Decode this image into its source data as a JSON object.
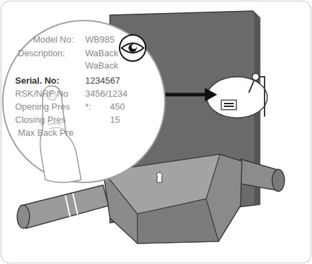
{
  "diagram": {
    "labels": [
      "Model No:",
      "WB985",
      "Description:",
      "WaBack",
      "WaBack",
      "Serial. No:",
      "1234567",
      "RSK/NRF No",
      "3456/1234",
      "Opening Pres",
      "*:",
      "450",
      "Closing Pres",
      "15",
      "Max Back Pre"
    ]
  }
}
